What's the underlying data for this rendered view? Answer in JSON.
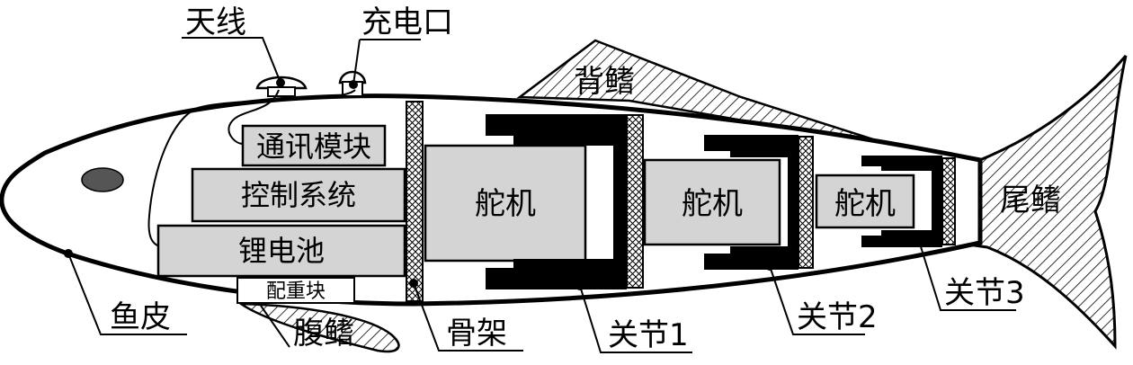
{
  "labels": {
    "antenna": "天线",
    "charging_port": "充电口",
    "comm_module": "通讯模块",
    "control_system": "控制系统",
    "battery": "锂电池",
    "counterweight": "配重块",
    "servo_1": "舵机",
    "servo_2": "舵机",
    "servo_3": "舵机",
    "dorsal_fin": "背鳍",
    "tail_fin": "尾鳍",
    "fish_skin": "鱼皮",
    "ventral_fin": "腹鳍",
    "skeleton": "骨架",
    "joint_1": "关节1",
    "joint_2": "关节2",
    "joint_3": "关节3"
  },
  "colors": {
    "box_fill": "#d4d4d4",
    "eye": "#555555",
    "outline": "#000000"
  }
}
